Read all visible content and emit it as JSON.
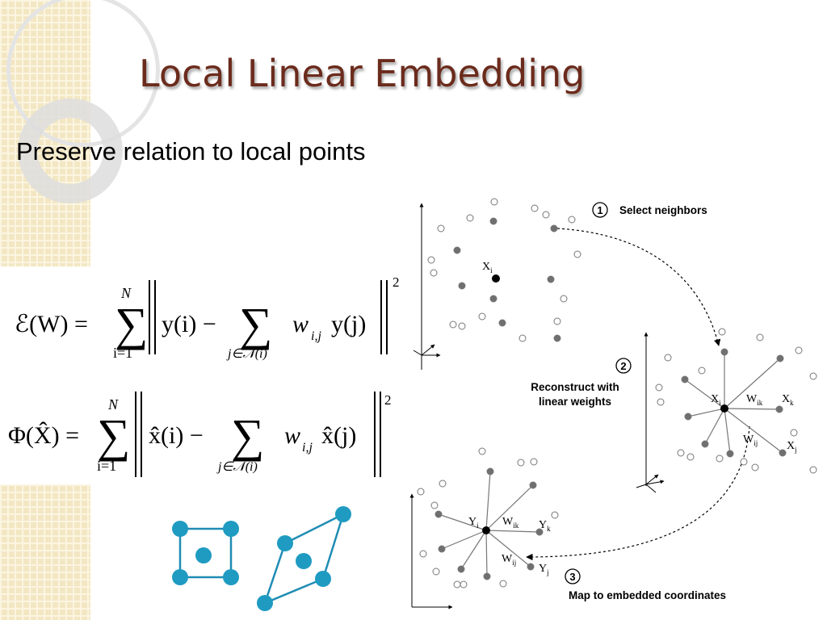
{
  "slide": {
    "title": "Local Linear Embedding",
    "subtitle": "Preserve relation to local points"
  },
  "equations": {
    "eq1": {
      "lhs": "ℰ(W) =",
      "sum_top": "N",
      "sum_bottom": "i=1",
      "term": "y(i) −",
      "inner_sum_bottom": "j∈𝒩(i)",
      "inner_term": "w",
      "inner_sub": "i,j",
      "inner_rest": "y(j)",
      "exponent": "2"
    },
    "eq2": {
      "lhs": "Φ(X̂) =",
      "sum_top": "N",
      "sum_bottom": "i=1",
      "term": "x̂(i) −",
      "inner_sum_bottom": "j∈𝒩(i)",
      "inner_term": "w",
      "inner_sub": "i,j",
      "inner_rest": "x̂(j)",
      "exponent": "2"
    }
  },
  "diagram": {
    "step1_num": "1",
    "step1_label": "Select neighbors",
    "step2_num": "2",
    "step2_label_line1": "Reconstruct with",
    "step2_label_line2": "linear weights",
    "step3_num": "3",
    "step3_label": "Map to embedded coordinates",
    "label_xi_top": "X",
    "sub_i": "i",
    "label_xi": "X",
    "label_wik": "W",
    "sub_ik": "ik",
    "label_xk": "X",
    "sub_k": "k",
    "label_wij": "W",
    "sub_ij": "ij",
    "label_xj": "X",
    "sub_j": "j",
    "label_yi": "Y",
    "label_wik2": "W",
    "label_yk": "Y",
    "label_wij2": "W",
    "label_yj": "Y"
  },
  "colors": {
    "title": "#6b2b1c",
    "shape_fill": "#1f9bc2",
    "shape_stroke": "#1f8cb4",
    "point_gray": "#6f6f6f"
  }
}
